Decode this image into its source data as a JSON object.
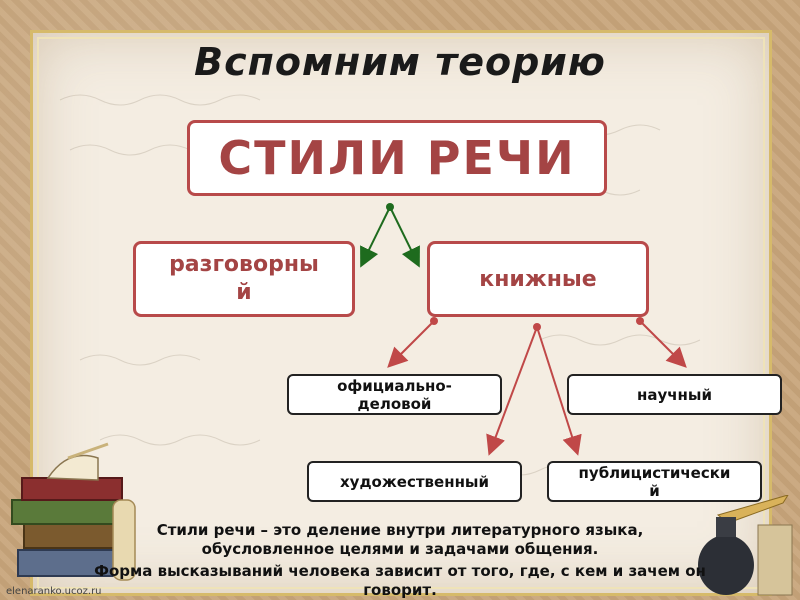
{
  "title": "Вспомним  теорию",
  "diagram": {
    "main": "СТИЛИ РЕЧИ",
    "razgovorny": "разговорны\nй",
    "knizhnye": "книжные",
    "oficialno": "официально-\nделовой",
    "nauchny": "научный",
    "hudozh": "художественный",
    "publ": "публицистически\nй"
  },
  "definition": {
    "line1": "Стили речи – это деление внутри литературного языка, обусловленное целями и задачами общения.",
    "line2": "Форма высказываний человека зависит от того, где, с кем и зачем он говорит."
  },
  "credit": "elenaranko.ucoz.ru",
  "colors": {
    "accent_red": "#b84a4a",
    "arrow_green": "#1e6b1e",
    "arrow_red": "#c04848",
    "frame_gold": "#d6ba6a"
  }
}
